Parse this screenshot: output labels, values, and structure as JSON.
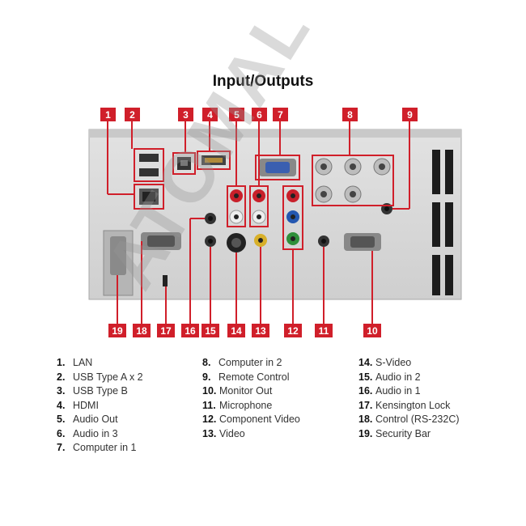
{
  "title": "Input/Outputs",
  "watermark": "ATOMAL",
  "colors": {
    "callout": "#d01f2a",
    "panel": "#d9d9d9",
    "panel_border": "#a8a8a8"
  },
  "callouts": [
    {
      "n": "1",
      "label": "LAN"
    },
    {
      "n": "2",
      "label": "USB Type A x 2"
    },
    {
      "n": "3",
      "label": "USB Type B"
    },
    {
      "n": "4",
      "label": "HDMI"
    },
    {
      "n": "5",
      "label": "Audio Out"
    },
    {
      "n": "6",
      "label": "Audio in 3"
    },
    {
      "n": "7",
      "label": "Computer in 1"
    },
    {
      "n": "8",
      "label": "Computer in 2"
    },
    {
      "n": "9",
      "label": "Remote Control"
    },
    {
      "n": "10",
      "label": "Monitor Out"
    },
    {
      "n": "11",
      "label": "Microphone"
    },
    {
      "n": "12",
      "label": "Component Video"
    },
    {
      "n": "13",
      "label": "Video"
    },
    {
      "n": "14",
      "label": "S-Video"
    },
    {
      "n": "15",
      "label": "Audio in 2"
    },
    {
      "n": "16",
      "label": "Audio in 1"
    },
    {
      "n": "17",
      "label": "Kensington Lock"
    },
    {
      "n": "18",
      "label": "Control (RS-232C)"
    },
    {
      "n": "19",
      "label": "Security Bar"
    }
  ],
  "legend_columns": [
    [
      0,
      1,
      2,
      3,
      4,
      5,
      6
    ],
    [
      7,
      8,
      9,
      10,
      11,
      12
    ],
    [
      13,
      14,
      15,
      16,
      17,
      18
    ]
  ]
}
